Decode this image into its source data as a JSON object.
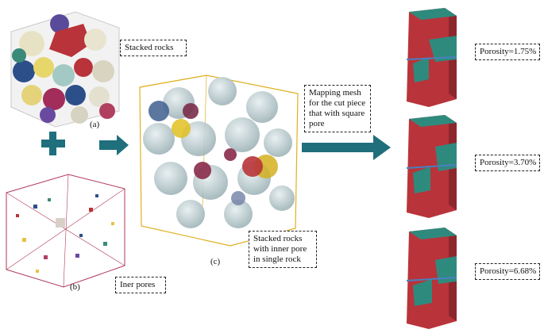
{
  "labels": {
    "stacked_rocks": "Stacked rocks",
    "iner_pores": "Iner pores",
    "mapping_mesh": "Mapping mesh for the cut piece that with square pore",
    "stacked_inner": "Stacked rocks with inner pore in single rock"
  },
  "panel_tags": {
    "a": "(a)",
    "b": "(b)",
    "c": "(c)"
  },
  "porosity": [
    {
      "label": "Porosity=1.75%"
    },
    {
      "label": "Porosity=3.70%"
    },
    {
      "label": "Porosity=6.68%"
    }
  ],
  "colors": {
    "arrow": "#1f6f7c",
    "rock_red": "#b8343a",
    "rock_teal": "#2f8a7e",
    "box_outline_a": "#c9c9c9",
    "box_outline_b": "#b03a5b",
    "box_outline_c": "#e0b020"
  }
}
